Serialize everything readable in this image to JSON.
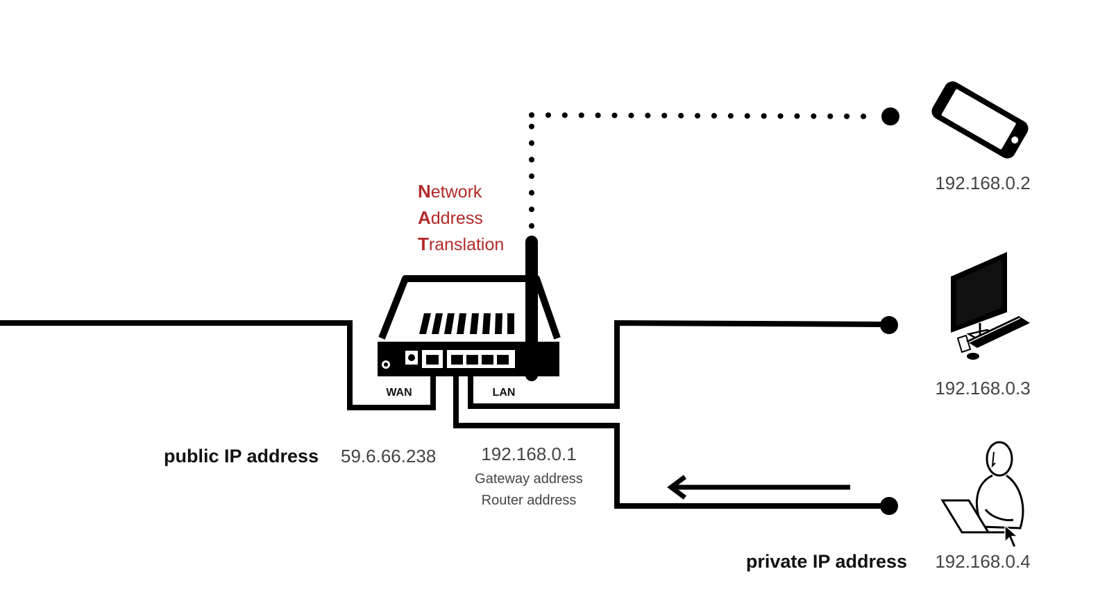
{
  "nat": {
    "line1_initial": "N",
    "line1_rest": "etwork",
    "line2_initial": "A",
    "line2_rest": "ddress",
    "line3_initial": "T",
    "line3_rest": "ranslation",
    "color": "#b22a2a"
  },
  "router": {
    "wan_label": "WAN",
    "lan_label": "LAN"
  },
  "left": {
    "public_label": "public IP address",
    "public_ip": "59.6.66.238"
  },
  "gateway": {
    "ip": "192.168.0.1",
    "line1": "Gateway address",
    "line2": "Router address"
  },
  "devices": [
    {
      "name": "phone-icon",
      "ip": "192.168.0.2"
    },
    {
      "name": "desktop-computer-icon",
      "ip": "192.168.0.3"
    },
    {
      "name": "person-laptop-icon",
      "ip": "192.168.0.4"
    }
  ],
  "right": {
    "private_label": "private IP address"
  }
}
